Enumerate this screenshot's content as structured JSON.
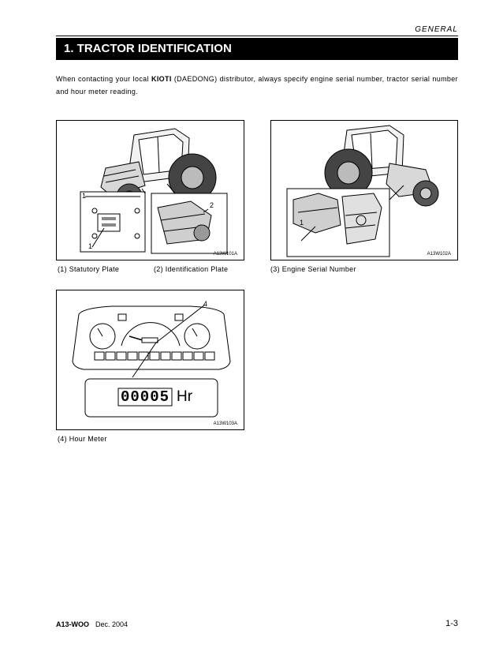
{
  "header": {
    "section": "GENERAL"
  },
  "title": "1. TRACTOR IDENTIFICATION",
  "intro": {
    "pre": "When contacting your local ",
    "brand": "KIOTI",
    "post": " (DAEDONG) distributor, always specify engine serial number, tractor serial number and hour meter reading."
  },
  "figures": [
    {
      "code": "A13W101A",
      "callouts": [
        "1",
        "2"
      ]
    },
    {
      "code": "A13W102A",
      "callouts": [
        "1"
      ]
    },
    {
      "code": "A13W103A",
      "callouts": [
        "4"
      ],
      "meter_reading": "00005",
      "meter_unit": "Hr"
    }
  ],
  "captions": {
    "statutory_plate": "(1) Statutory Plate",
    "identification_plate": "(2) Identification Plate",
    "engine_serial": "(3) Engine Serial Number",
    "hour_meter": "(4) Hour Meter"
  },
  "footer": {
    "model": "A13-WOO",
    "date": "Dec. 2004",
    "page": "1-3"
  }
}
